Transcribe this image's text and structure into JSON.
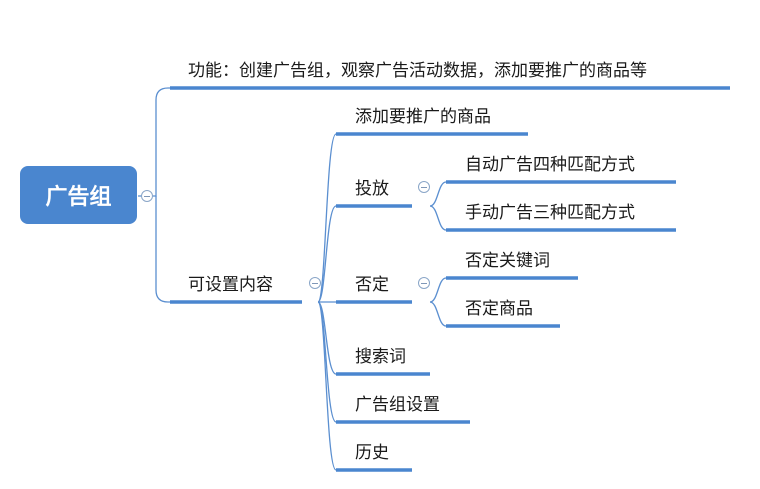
{
  "root": {
    "label": "广告组"
  },
  "function": {
    "label": "功能：创建广告组，观察广告活动数据，添加要推广的商品等"
  },
  "settings": {
    "label": "可设置内容",
    "items": {
      "add_products": "添加要推广的商品",
      "delivery": {
        "label": "投放",
        "children": [
          "自动广告四种匹配方式",
          "手动广告三种匹配方式"
        ]
      },
      "negative": {
        "label": "否定",
        "children": [
          "否定关键词",
          "否定商品"
        ]
      },
      "search_terms": "搜索词",
      "ad_group_settings": "广告组设置",
      "history": "历史"
    }
  },
  "colors": {
    "accent": "#4a86cf",
    "line": "#5b8fd0"
  }
}
